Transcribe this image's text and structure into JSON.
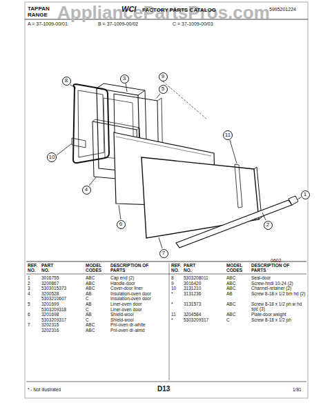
{
  "diagram": {
    "nodes": [
      {
        "text": [
          "9"
        ]
      },
      {
        "text": [
          "3"
        ]
      },
      {
        "text": [
          "8"
        ]
      },
      {
        "text": [
          "5"
        ]
      },
      {
        "text": [
          "11"
        ]
      },
      {
        "text": [
          "10"
        ]
      },
      {
        "text": [
          "4"
        ]
      },
      {
        "text": [
          "1"
        ]
      },
      {
        "text": [
          "6"
        ]
      },
      {
        "text": [
          "2"
        ]
      },
      {
        "text": [
          "7"
        ]
      }
    ],
    "labels": [
      "AppliancePartsPros.com",
      "TAPPAN",
      "RANGE",
      "WCI",
      "FACTORY PARTS CATALOG",
      "5995201224",
      "A = 37-1009-00/01",
      "B = 37-1009-00/02",
      "C = 37-1009-00/03",
      "0602",
      "REF. NO.",
      "PART NO.",
      "MODEL CODES",
      "DESCRIPTION OF PARTS",
      "REF. NO.",
      "PART NO.",
      "MODEL CODES",
      "DESCRIPTION OF PARTS",
      "1",
      "3016755",
      "ABC",
      "Cap end (2)",
      "2",
      "3200867",
      "ABC",
      "Handle-door",
      "3",
      "5303015373",
      "ABC",
      "Cover-door liner",
      "4",
      "3200528",
      "AB",
      "Insulation-oven door",
      "",
      "5303210607",
      "C",
      "Insulation-oven door",
      "5",
      "3201699",
      "AB",
      "Liner-oven door",
      "",
      "5303209318",
      "C",
      "Liner-oven door",
      "6",
      "3201698",
      "AB",
      "Shield-wool",
      "",
      "5303209317",
      "C",
      "Shield-wool",
      "7",
      "3202315",
      "ABC",
      "Pnl-oven dr-white",
      "",
      "3202316",
      "ABC",
      "Pnl-oven dr-almd",
      "8",
      "5303208011",
      "ABC",
      "Seal-door",
      "9",
      "3016420",
      "ABC",
      "Screw-hndl 10-24 (2)",
      "10",
      "3131210",
      "ABC",
      "Channel-retainer (2)",
      "*",
      "3131236",
      "AB",
      "Screw 8-18 x 1/2 bm hd (2)",
      "*",
      "3131573",
      "ABC",
      "Screw 8-18 x 1/2 ph w hd spc (3)",
      "11",
      "3204584",
      "ABC",
      "Plate-door weight",
      "*",
      "5303209317",
      "C",
      "Screw 8-18 x 1/2 ph",
      "* - Not illustrated",
      "D13",
      "1/81"
    ]
  }
}
